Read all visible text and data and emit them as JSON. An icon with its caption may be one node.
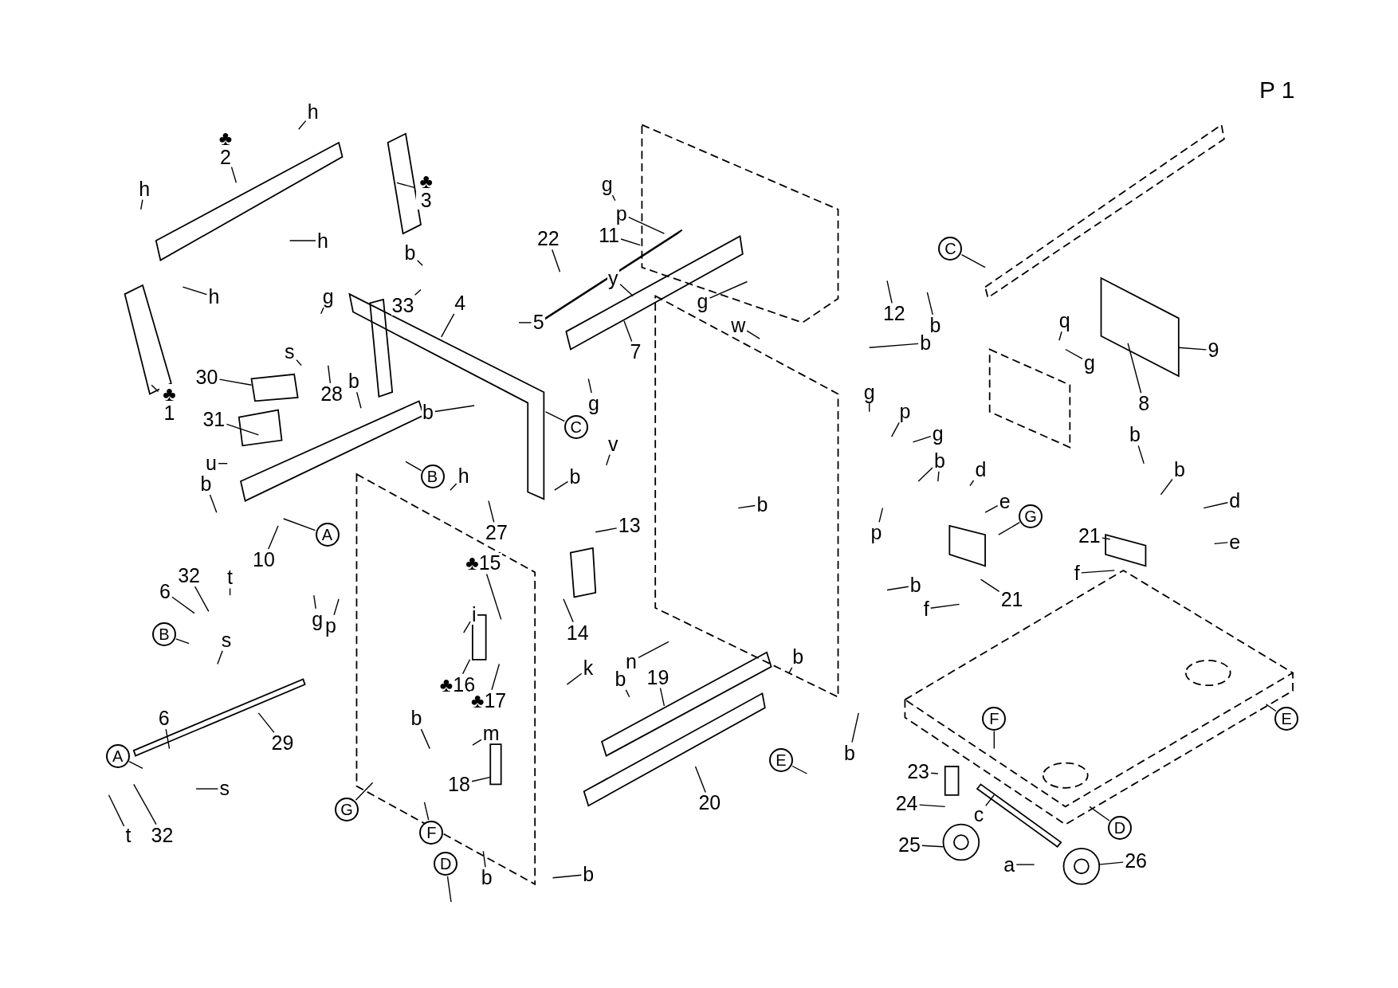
{
  "diagram": {
    "nodes": [
      {
        "text": [
          "h"
        ]
      },
      {
        "text": [
          "♣ 2"
        ]
      },
      {
        "text": [
          "h"
        ]
      },
      {
        "text": [
          "♣ 3"
        ]
      },
      {
        "text": [
          "h"
        ]
      },
      {
        "text": [
          "h"
        ]
      },
      {
        "text": [
          "♣ 1"
        ]
      },
      {
        "text": [
          "b"
        ]
      },
      {
        "text": [
          "33"
        ]
      },
      {
        "text": [
          "4"
        ]
      },
      {
        "text": [
          "g"
        ]
      },
      {
        "text": [
          "s"
        ]
      },
      {
        "text": [
          "30"
        ]
      },
      {
        "text": [
          "28"
        ]
      },
      {
        "text": [
          "31"
        ]
      },
      {
        "text": [
          "u"
        ]
      },
      {
        "text": [
          "b"
        ]
      },
      {
        "text": [
          "b"
        ]
      },
      {
        "text": [
          "5"
        ]
      },
      {
        "text": [
          "22"
        ]
      },
      {
        "text": [
          "11"
        ]
      },
      {
        "text": [
          "y"
        ]
      },
      {
        "text": [
          "p"
        ]
      },
      {
        "text": [
          "g"
        ]
      },
      {
        "text": [
          "g"
        ]
      },
      {
        "text": [
          "7"
        ]
      },
      {
        "text": [
          "g"
        ]
      },
      {
        "text": [
          "C"
        ]
      },
      {
        "text": [
          "B"
        ]
      },
      {
        "text": [
          "b"
        ]
      },
      {
        "text": [
          "A"
        ]
      },
      {
        "text": [
          "10"
        ]
      },
      {
        "text": [
          "h"
        ]
      },
      {
        "text": [
          "27"
        ]
      },
      {
        "text": [
          "12"
        ]
      },
      {
        "text": [
          "b"
        ]
      },
      {
        "text": [
          "C"
        ]
      },
      {
        "text": [
          "b"
        ]
      },
      {
        "text": [
          "w"
        ]
      },
      {
        "text": [
          "q"
        ]
      },
      {
        "text": [
          "g"
        ]
      },
      {
        "text": [
          "9"
        ]
      },
      {
        "text": [
          "8"
        ]
      },
      {
        "text": [
          "v"
        ]
      },
      {
        "text": [
          "b"
        ]
      },
      {
        "text": [
          "13"
        ]
      },
      {
        "text": [
          "14"
        ]
      },
      {
        "text": [
          "♣15"
        ]
      },
      {
        "text": [
          "i"
        ]
      },
      {
        "text": [
          "♣16"
        ]
      },
      {
        "text": [
          "♣17"
        ]
      },
      {
        "text": [
          "k"
        ]
      },
      {
        "text": [
          "g"
        ]
      },
      {
        "text": [
          "p"
        ]
      },
      {
        "text": [
          "32"
        ]
      },
      {
        "text": [
          "t"
        ]
      },
      {
        "text": [
          "6"
        ]
      },
      {
        "text": [
          "B"
        ]
      },
      {
        "text": [
          "s"
        ]
      },
      {
        "text": [
          "29"
        ]
      },
      {
        "text": [
          "6"
        ]
      },
      {
        "text": [
          "A"
        ]
      },
      {
        "text": [
          "t"
        ]
      },
      {
        "text": [
          "32"
        ]
      },
      {
        "text": [
          "s"
        ]
      },
      {
        "text": [
          "b"
        ]
      },
      {
        "text": [
          "m"
        ]
      },
      {
        "text": [
          "18"
        ]
      },
      {
        "text": [
          "G"
        ]
      },
      {
        "text": [
          "F"
        ]
      },
      {
        "text": [
          "D"
        ]
      },
      {
        "text": [
          "b"
        ]
      },
      {
        "text": [
          "b"
        ]
      },
      {
        "text": [
          "b"
        ]
      },
      {
        "text": [
          "19"
        ]
      },
      {
        "text": [
          "n"
        ]
      },
      {
        "text": [
          "20"
        ]
      },
      {
        "text": [
          "b"
        ]
      },
      {
        "text": [
          "E"
        ]
      },
      {
        "text": [
          "b"
        ]
      },
      {
        "text": [
          "b"
        ]
      },
      {
        "text": [
          "b"
        ]
      },
      {
        "text": [
          "p"
        ]
      },
      {
        "text": [
          "g"
        ]
      },
      {
        "text": [
          "p"
        ]
      },
      {
        "text": [
          "g"
        ]
      },
      {
        "text": [
          "b"
        ]
      },
      {
        "text": [
          "d"
        ]
      },
      {
        "text": [
          "e"
        ]
      },
      {
        "text": [
          "G"
        ]
      },
      {
        "text": [
          "21"
        ]
      },
      {
        "text": [
          "f"
        ]
      },
      {
        "text": [
          "f"
        ]
      },
      {
        "text": [
          "21"
        ]
      },
      {
        "text": [
          "b"
        ]
      },
      {
        "text": [
          "b"
        ]
      },
      {
        "text": [
          "d"
        ]
      },
      {
        "text": [
          "e"
        ]
      },
      {
        "text": [
          "F"
        ]
      },
      {
        "text": [
          "E"
        ]
      },
      {
        "text": [
          "23"
        ]
      },
      {
        "text": [
          "24"
        ]
      },
      {
        "text": [
          "25"
        ]
      },
      {
        "text": [
          "c"
        ]
      },
      {
        "text": [
          "D"
        ]
      },
      {
        "text": [
          "a"
        ]
      },
      {
        "text": [
          "26"
        ]
      }
    ],
    "edges": [
      {
        "from": 0,
        "to": null,
        "arrow": "none"
      },
      {
        "from": 1,
        "to": null,
        "arrow": "none"
      },
      {
        "from": 2,
        "to": null,
        "arrow": "none"
      },
      {
        "from": 3,
        "to": null,
        "arrow": "none"
      },
      {
        "from": 4,
        "to": null,
        "arrow": "none"
      },
      {
        "from": 5,
        "to": null,
        "arrow": "none"
      },
      {
        "from": 6,
        "to": null,
        "arrow": "none"
      },
      {
        "from": 7,
        "to": null,
        "arrow": "none"
      },
      {
        "from": 8,
        "to": null,
        "arrow": "none"
      },
      {
        "from": 9,
        "to": null,
        "arrow": "none"
      },
      {
        "from": 10,
        "to": null,
        "arrow": "none"
      },
      {
        "from": 11,
        "to": null,
        "arrow": "none"
      },
      {
        "from": 12,
        "to": null,
        "arrow": "none"
      },
      {
        "from": 13,
        "to": null,
        "arrow": "none"
      },
      {
        "from": 14,
        "to": null,
        "arrow": "none"
      },
      {
        "from": 15,
        "to": null,
        "arrow": "none"
      },
      {
        "from": 16,
        "to": null,
        "arrow": "none"
      },
      {
        "from": 17,
        "to": null,
        "arrow": "none"
      },
      {
        "from": 18,
        "to": null,
        "arrow": "none"
      },
      {
        "from": 19,
        "to": null,
        "arrow": "none"
      },
      {
        "from": 20,
        "to": null,
        "arrow": "none"
      },
      {
        "from": 21,
        "to": null,
        "arrow": "none"
      },
      {
        "from": 22,
        "to": null,
        "arrow": "none"
      },
      {
        "from": 23,
        "to": null,
        "arrow": "none"
      },
      {
        "from": 24,
        "to": null,
        "arrow": "none"
      },
      {
        "from": 25,
        "to": null,
        "arrow": "none"
      },
      {
        "from": 26,
        "to": null,
        "arrow": "none"
      },
      {
        "from": 27,
        "to": null,
        "arrow": "none"
      },
      {
        "from": 28,
        "to": null,
        "arrow": "none"
      },
      {
        "from": 29,
        "to": null,
        "arrow": "none"
      },
      {
        "from": 30,
        "to": null,
        "arrow": "none"
      },
      {
        "from": 31,
        "to": null,
        "arrow": "none"
      },
      {
        "from": 32,
        "to": null,
        "arrow": "none"
      },
      {
        "from": 33,
        "to": null,
        "arrow": "none"
      },
      {
        "from": 34,
        "to": null,
        "arrow": "none"
      },
      {
        "from": 35,
        "to": null,
        "arrow": "none"
      },
      {
        "from": 36,
        "to": null,
        "arrow": "none"
      },
      {
        "from": 37,
        "to": null,
        "arrow": "none"
      },
      {
        "from": 38,
        "to": null,
        "arrow": "none"
      },
      {
        "from": 39,
        "to": null,
        "arrow": "none"
      },
      {
        "from": 40,
        "to": null,
        "arrow": "none"
      },
      {
        "from": 41,
        "to": null,
        "arrow": "none"
      },
      {
        "from": 42,
        "to": null,
        "arrow": "none"
      },
      {
        "from": 43,
        "to": null,
        "arrow": "none"
      },
      {
        "from": 44,
        "to": null,
        "arrow": "none"
      },
      {
        "from": 45,
        "to": null,
        "arrow": "none"
      },
      {
        "from": 46,
        "to": null,
        "arrow": "none"
      },
      {
        "from": 47,
        "to": null,
        "arrow": "none"
      },
      {
        "from": 48,
        "to": null,
        "arrow": "none"
      },
      {
        "from": 49,
        "to": null,
        "arrow": "none"
      },
      {
        "from": 50,
        "to": null,
        "arrow": "none"
      },
      {
        "from": 51,
        "to": null,
        "arrow": "none"
      },
      {
        "from": 52,
        "to": null,
        "arrow": "none"
      },
      {
        "from": 53,
        "to": null,
        "arrow": "none"
      },
      {
        "from": 54,
        "to": null,
        "arrow": "none"
      },
      {
        "from": 55,
        "to": null,
        "arrow": "none"
      },
      {
        "from": 56,
        "to": null,
        "arrow": "none"
      },
      {
        "from": 57,
        "to": null,
        "arrow": "none"
      },
      {
        "from": 58,
        "to": null,
        "arrow": "none"
      },
      {
        "from": 59,
        "to": null,
        "arrow": "none"
      },
      {
        "from": 60,
        "to": null,
        "arrow": "none"
      },
      {
        "from": 61,
        "to": null,
        "arrow": "none"
      },
      {
        "from": 62,
        "to": null,
        "arrow": "none"
      },
      {
        "from": 63,
        "to": null,
        "arrow": "none"
      },
      {
        "from": 64,
        "to": null,
        "arrow": "none"
      },
      {
        "from": 65,
        "to": null,
        "arrow": "none"
      },
      {
        "from": 66,
        "to": null,
        "arrow": "none"
      },
      {
        "from": 67,
        "to": null,
        "arrow": "none"
      },
      {
        "from": 68,
        "to": null,
        "arrow": "none"
      },
      {
        "from": 69,
        "to": null,
        "arrow": "none"
      },
      {
        "from": 70,
        "to": null,
        "arrow": "none"
      },
      {
        "from": 71,
        "to": null,
        "arrow": "none"
      },
      {
        "from": 72,
        "to": null,
        "arrow": "none"
      },
      {
        "from": 73,
        "to": null,
        "arrow": "none"
      },
      {
        "from": 74,
        "to": null,
        "arrow": "none"
      },
      {
        "from": 75,
        "to": null,
        "arrow": "none"
      },
      {
        "from": 76,
        "to": null,
        "arrow": "none"
      },
      {
        "from": 77,
        "to": null,
        "arrow": "none"
      },
      {
        "from": 78,
        "to": null,
        "arrow": "none"
      },
      {
        "from": 79,
        "to": null,
        "arrow": "none"
      },
      {
        "from": 80,
        "to": null,
        "arrow": "none"
      },
      {
        "from": 81,
        "to": null,
        "arrow": "none"
      },
      {
        "from": 82,
        "to": null,
        "arrow": "none"
      },
      {
        "from": 83,
        "to": null,
        "arrow": "none"
      },
      {
        "from": 84,
        "to": null,
        "arrow": "none"
      },
      {
        "from": 85,
        "to": null,
        "arrow": "none"
      },
      {
        "from": 86,
        "to": null,
        "arrow": "none"
      },
      {
        "from": 86,
        "to": null,
        "arrow": "none"
      },
      {
        "from": 87,
        "to": null,
        "arrow": "none"
      },
      {
        "from": 88,
        "to": null,
        "arrow": "none"
      },
      {
        "from": 89,
        "to": null,
        "arrow": "none"
      },
      {
        "from": 90,
        "to": null,
        "arrow": "none"
      },
      {
        "from": 91,
        "to": null,
        "arrow": "none"
      },
      {
        "from": 92,
        "to": null,
        "arrow": "none"
      },
      {
        "from": 93,
        "to": null,
        "arrow": "none"
      },
      {
        "from": 94,
        "to": null,
        "arrow": "none"
      },
      {
        "from": 95,
        "to": null,
        "arrow": "none"
      },
      {
        "from": 96,
        "to": null,
        "arrow": "none"
      },
      {
        "from": 97,
        "to": null,
        "arrow": "none"
      },
      {
        "from": 98,
        "to": null,
        "arrow": "none"
      },
      {
        "from": 99,
        "to": null,
        "arrow": "none"
      },
      {
        "from": 100,
        "to": null,
        "arrow": "none"
      },
      {
        "from": 101,
        "to": null,
        "arrow": "none"
      },
      {
        "from": 102,
        "to": null,
        "arrow": "none"
      },
      {
        "from": 103,
        "to": null,
        "arrow": "none"
      },
      {
        "from": 104,
        "to": null,
        "arrow": "none"
      },
      {
        "from": 105,
        "to": null,
        "arrow": "none"
      },
      {
        "from": 106,
        "to": null,
        "arrow": "none"
      }
    ],
    "labels": [
      "P 1"
    ]
  }
}
